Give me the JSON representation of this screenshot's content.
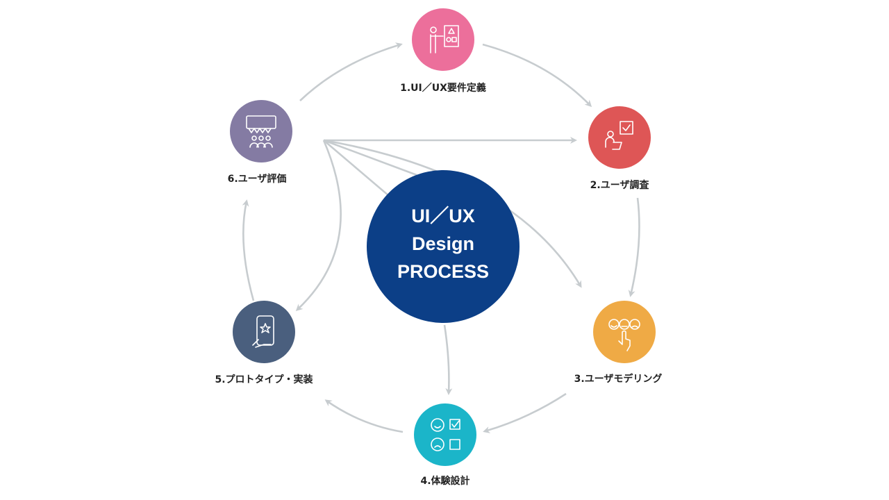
{
  "center": {
    "line1": "UI／UX",
    "line2": "Design",
    "line3": "PROCESS",
    "color": "#0c3f87"
  },
  "steps": [
    {
      "label": "1.UI／UX要件定義",
      "icon": "presentation-icon",
      "color": "#ec6f9b"
    },
    {
      "label": "2.ユーザ調査",
      "icon": "survey-icon",
      "color": "#de5656"
    },
    {
      "label": "3.ユーザモデリング",
      "icon": "rating-faces-icon",
      "color": "#efaa45"
    },
    {
      "label": "4.体験設計",
      "icon": "checklist-faces-icon",
      "color": "#1bb5c9"
    },
    {
      "label": "5.プロトタイプ・実装",
      "icon": "smartphone-star-icon",
      "color": "#4a5f7e"
    },
    {
      "label": "6.ユーザ評価",
      "icon": "group-feedback-icon",
      "color": "#847ba3"
    }
  ],
  "arrow_color": "#c7cccf"
}
